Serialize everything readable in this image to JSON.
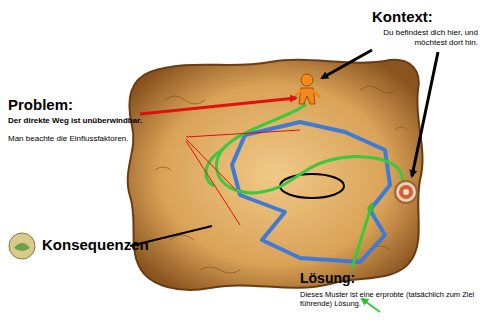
{
  "diagram": {
    "labels": [
      "Kontext:",
      "Du befindest dich hier, und möchtest dort hin.",
      "Problem:",
      "Der direkte Weg ist unüberwindbar.",
      "Man beachte die Einflussfaktoren.",
      "Konsequenzen",
      "Lösung:",
      "Dieses Muster ist eine erprobte (tatsächlich zum Ziel führende) Lösung."
    ]
  }
}
